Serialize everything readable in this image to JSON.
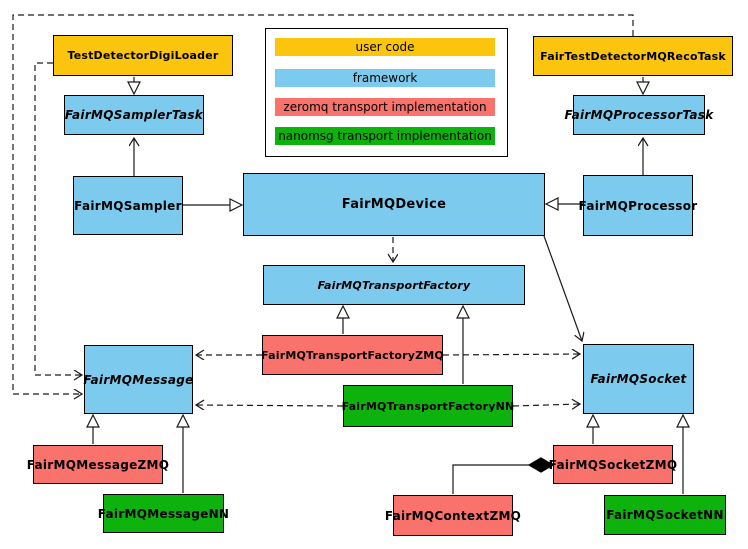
{
  "palette": {
    "user_code": "#FBC40D",
    "framework": "#7CCBEF",
    "zeromq": "#F9726B",
    "nanomsg": "#0DB20D",
    "line": "#1a1a1a"
  },
  "legend": {
    "items": [
      {
        "label": "user code",
        "color_key": "user_code"
      },
      {
        "label": "framework",
        "color_key": "framework"
      },
      {
        "label": "zeromq transport implementation",
        "color_key": "zeromq"
      },
      {
        "label": "nanomsg transport implementation",
        "color_key": "nanomsg"
      }
    ]
  },
  "nodes": {
    "test_detector_digi_loader": {
      "label": "TestDetectorDigiLoader",
      "category": "user_code"
    },
    "fair_test_detector_mq_reco_task": {
      "label": "FairTestDetectorMQRecoTask",
      "category": "user_code"
    },
    "fairmq_sampler_task": {
      "label": "FairMQSamplerTask",
      "category": "framework"
    },
    "fairmq_processor_task": {
      "label": "FairMQProcessorTask",
      "category": "framework"
    },
    "fairmq_sampler": {
      "label": "FairMQSampler",
      "category": "framework"
    },
    "fairmq_device": {
      "label": "FairMQDevice",
      "category": "framework"
    },
    "fairmq_processor": {
      "label": "FairMQProcessor",
      "category": "framework"
    },
    "fairmq_transport_factory": {
      "label": "FairMQTransportFactory",
      "category": "framework"
    },
    "fairmq_message": {
      "label": "FairMQMessage",
      "category": "framework"
    },
    "fairmq_socket": {
      "label": "FairMQSocket",
      "category": "framework"
    },
    "fairmq_transport_factory_zmq": {
      "label": "FairMQTransportFactoryZMQ",
      "category": "zeromq"
    },
    "fairmq_transport_factory_nn": {
      "label": "FairMQTransportFactoryNN",
      "category": "nanomsg"
    },
    "fairmq_message_zmq": {
      "label": "FairMQMessageZMQ",
      "category": "zeromq"
    },
    "fairmq_message_nn": {
      "label": "FairMQMessageNN",
      "category": "nanomsg"
    },
    "fairmq_socket_zmq": {
      "label": "FairMQSocketZMQ",
      "category": "zeromq"
    },
    "fairmq_socket_nn": {
      "label": "FairMQSocketNN",
      "category": "nanomsg"
    },
    "fairmq_context_zmq": {
      "label": "FairMQContextZMQ",
      "category": "zeromq"
    }
  },
  "relationships": [
    {
      "from": "TestDetectorDigiLoader",
      "to": "FairMQSamplerTask",
      "type": "inheritance"
    },
    {
      "from": "FairTestDetectorMQRecoTask",
      "to": "FairMQProcessorTask",
      "type": "inheritance"
    },
    {
      "from": "FairMQSampler",
      "to": "FairMQDevice",
      "type": "inheritance"
    },
    {
      "from": "FairMQProcessor",
      "to": "FairMQDevice",
      "type": "inheritance"
    },
    {
      "from": "FairMQSampler",
      "to": "FairMQSamplerTask",
      "type": "association"
    },
    {
      "from": "FairMQProcessor",
      "to": "FairMQProcessorTask",
      "type": "association"
    },
    {
      "from": "FairMQDevice",
      "to": "FairMQTransportFactory",
      "type": "dependency-dashed"
    },
    {
      "from": "FairMQDevice",
      "to": "FairMQSocket",
      "type": "association"
    },
    {
      "from": "TestDetectorDigiLoader",
      "to": "FairMQMessage",
      "type": "dependency-dashed"
    },
    {
      "from": "FairTestDetectorMQRecoTask",
      "to": "FairMQMessage",
      "type": "dependency-dashed"
    },
    {
      "from": "FairMQTransportFactoryZMQ",
      "to": "FairMQTransportFactory",
      "type": "inheritance"
    },
    {
      "from": "FairMQTransportFactoryNN",
      "to": "FairMQTransportFactory",
      "type": "inheritance"
    },
    {
      "from": "FairMQTransportFactoryZMQ",
      "to": "FairMQMessage",
      "type": "dependency-dashed"
    },
    {
      "from": "FairMQTransportFactoryZMQ",
      "to": "FairMQSocket",
      "type": "dependency-dashed"
    },
    {
      "from": "FairMQTransportFactoryNN",
      "to": "FairMQMessage",
      "type": "dependency-dashed"
    },
    {
      "from": "FairMQTransportFactoryNN",
      "to": "FairMQSocket",
      "type": "dependency-dashed"
    },
    {
      "from": "FairMQMessageZMQ",
      "to": "FairMQMessage",
      "type": "inheritance"
    },
    {
      "from": "FairMQMessageNN",
      "to": "FairMQMessage",
      "type": "inheritance"
    },
    {
      "from": "FairMQSocketZMQ",
      "to": "FairMQSocket",
      "type": "inheritance"
    },
    {
      "from": "FairMQSocketNN",
      "to": "FairMQSocket",
      "type": "inheritance"
    },
    {
      "from": "FairMQContextZMQ",
      "to": "FairMQSocketZMQ",
      "type": "composition"
    }
  ]
}
